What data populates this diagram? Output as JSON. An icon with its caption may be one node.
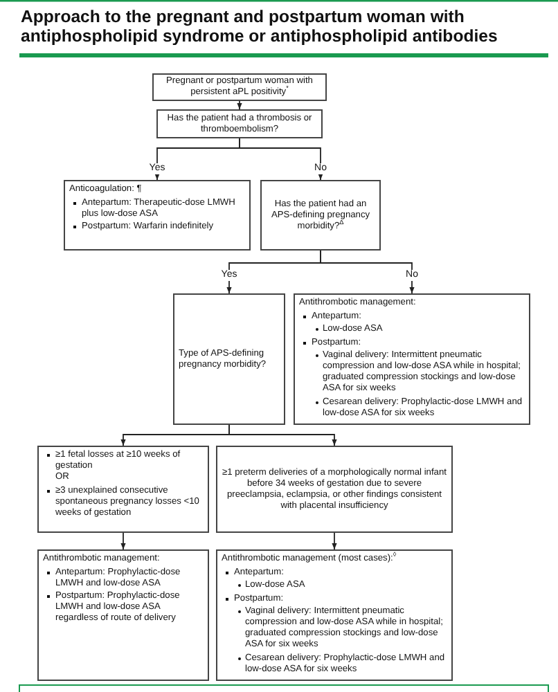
{
  "diagram": {
    "title": "Approach to the pregnant and postpartum woman with antiphospholipid syndrome or antiphospholipid antibodies",
    "nodes": [
      {
        "text": [
          "Pregnant or postpartum woman with persistent aPL positivity$^{*}$"
        ]
      },
      {
        "text": [
          "Has the patient had a thrombosis or thromboembolism?"
        ]
      },
      {
        "text": [
          "Anticoagulation: ¶",
          "Antepartum: Therapeutic-dose LMWH plus low-dose ASA",
          "Postpartum: Warfarin indefinitely"
        ]
      },
      {
        "text": [
          "Has the patient had an APS-defining pregnancy morbidity?$^{Δ}$"
        ]
      },
      {
        "text": [
          "Type of APS-defining pregnancy morbidity?"
        ]
      },
      {
        "text": [
          "Antithrombotic management:",
          "Antepartum:",
          "Low-dose ASA",
          "Postpartum:",
          "Vaginal delivery: Intermittent pneumatic compression and low-dose ASA while in hospital; graduated compression stockings and low-dose ASA for six weeks",
          "Cesarean delivery: Prophylactic-dose LMWH and low-dose ASA for six weeks"
        ]
      },
      {
        "text": [
          "≥1 fetal losses at ≥10 weeks of gestation",
          "OR",
          "≥3 unexplained consecutive spontaneous pregnancy losses <10 weeks of gestation"
        ]
      },
      {
        "text": [
          "≥1 preterm deliveries of a morphologically normal infant before 34 weeks of gestation due to severe preeclampsia, eclampsia, or other findings consistent with placental insufficiency"
        ]
      },
      {
        "text": [
          "Antithrombotic management:",
          "Antepartum: Prophylactic-dose LMWH and low-dose ASA",
          "Postpartum: Prophylactic-dose LMWH and low-dose ASA regardless of route of delivery"
        ]
      },
      {
        "text": [
          "Antithrombotic management (most cases):$^{◊}$",
          "Antepartum:",
          "Low-dose ASA",
          "Postpartum:",
          "Vaginal delivery: Intermittent pneumatic compression and low-dose ASA while in hospital; graduated compression stockings and low-dose ASA for six weeks",
          "Cesarean delivery: Prophylactic-dose LMWH and low-dose ASA for six weeks"
        ]
      }
    ],
    "edges": [
      {
        "from": 0,
        "to": 1,
        "arrow": "to"
      },
      {
        "from": 1,
        "to": 2,
        "arrow": "to",
        "label": "Yes"
      },
      {
        "from": 1,
        "to": 3,
        "arrow": "to",
        "label": "No"
      },
      {
        "from": 3,
        "to": 4,
        "arrow": "to",
        "label": "Yes"
      },
      {
        "from": 3,
        "to": 5,
        "arrow": "to",
        "label": "No"
      },
      {
        "from": 4,
        "to": 6,
        "arrow": "to"
      },
      {
        "from": 4,
        "to": 7,
        "arrow": "to"
      },
      {
        "from": 6,
        "to": 8,
        "arrow": "to"
      },
      {
        "from": 7,
        "to": 9,
        "arrow": "to"
      }
    ]
  }
}
